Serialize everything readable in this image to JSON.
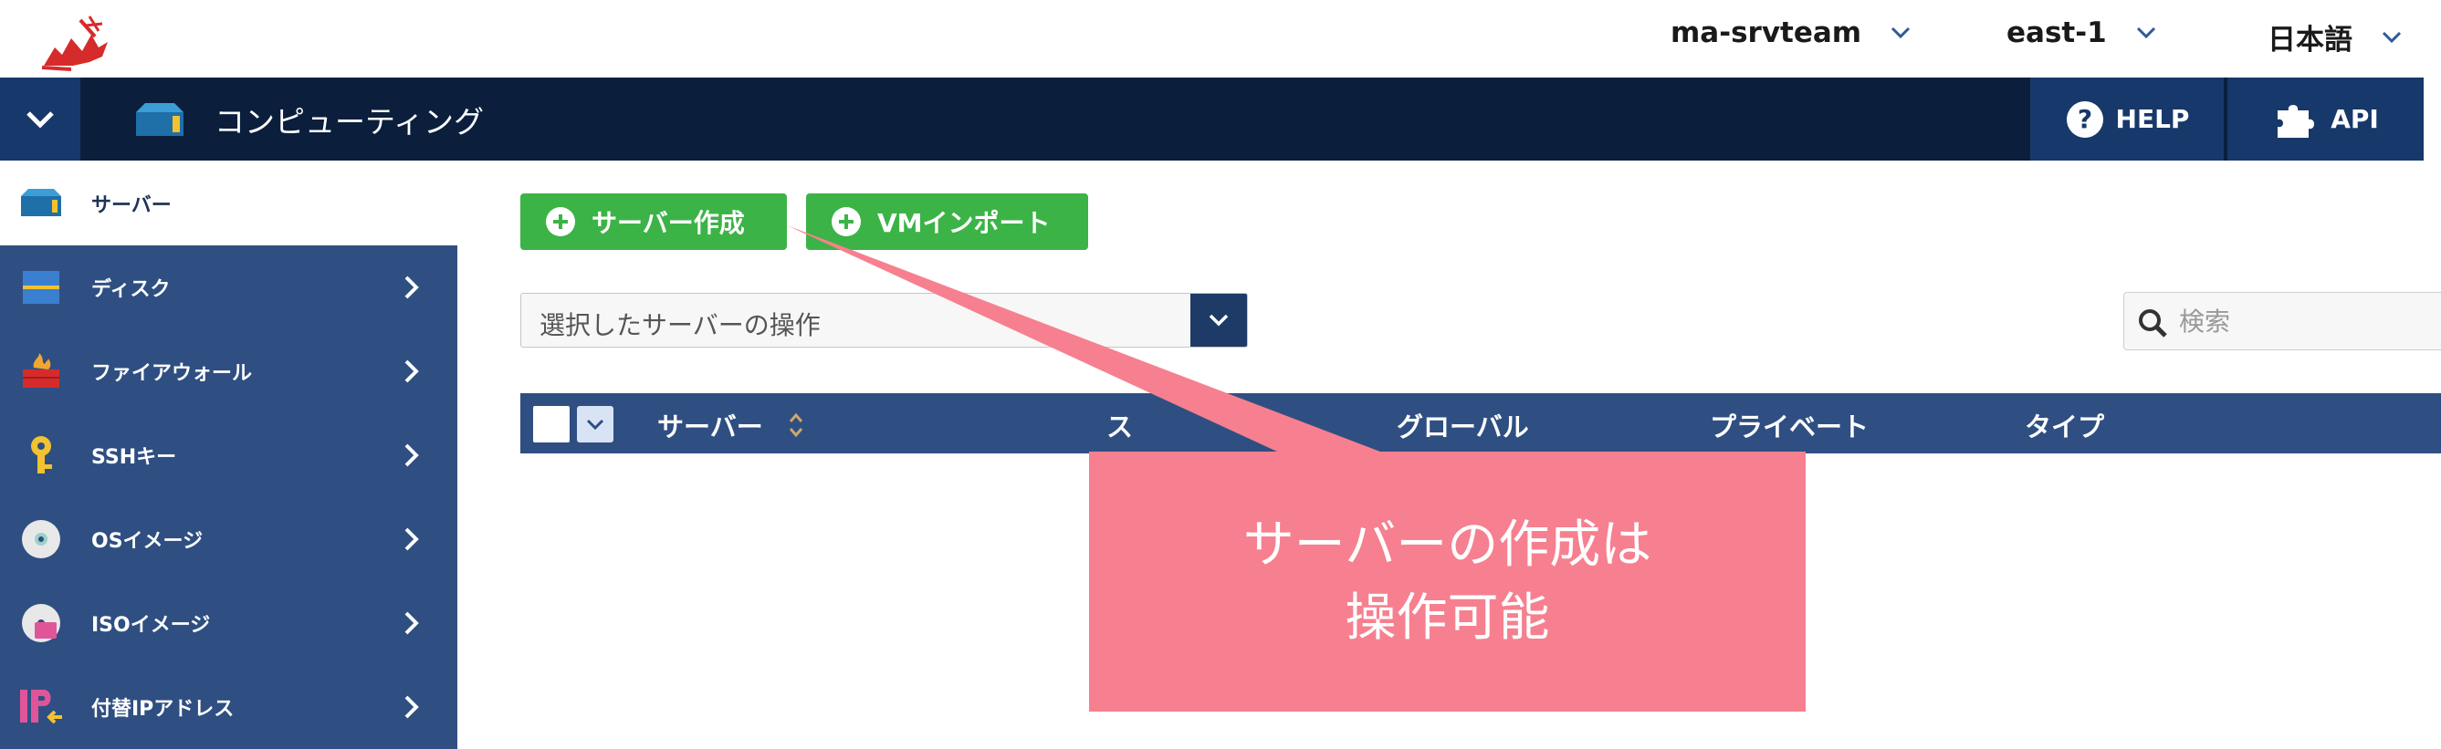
{
  "topbar": {
    "account": "ma-srvteam",
    "region": "east-1",
    "language": "日本語"
  },
  "header": {
    "title": "コンピューティング",
    "help_label": "HELP",
    "api_label": "API"
  },
  "sidebar": {
    "items": [
      {
        "label": "サーバー",
        "icon": "server-icon",
        "active": true
      },
      {
        "label": "ディスク",
        "icon": "disk-icon"
      },
      {
        "label": "ファイアウォール",
        "icon": "firewall-icon"
      },
      {
        "label": "SSHキー",
        "icon": "key-icon"
      },
      {
        "label": "OSイメージ",
        "icon": "os-image-icon"
      },
      {
        "label": "ISOイメージ",
        "icon": "iso-image-icon"
      },
      {
        "label": "付替IPアドレス",
        "icon": "ip-address-icon"
      }
    ]
  },
  "toolbar": {
    "create_label": "サーバー作成",
    "import_label": "VMインポート"
  },
  "action_select": {
    "placeholder": "選択したサーバーの操作"
  },
  "search": {
    "placeholder": "検索"
  },
  "table": {
    "columns": [
      "サーバー",
      "ス",
      "グローバル",
      "プライベート",
      "タイプ"
    ]
  },
  "callout": {
    "line1": "サーバーの作成は",
    "line2": "操作可能"
  },
  "colors": {
    "header_dark": "#0b1f3d",
    "sidebar": "#2f4f82",
    "button_green": "#3cb346",
    "callout": "#f6808f"
  }
}
